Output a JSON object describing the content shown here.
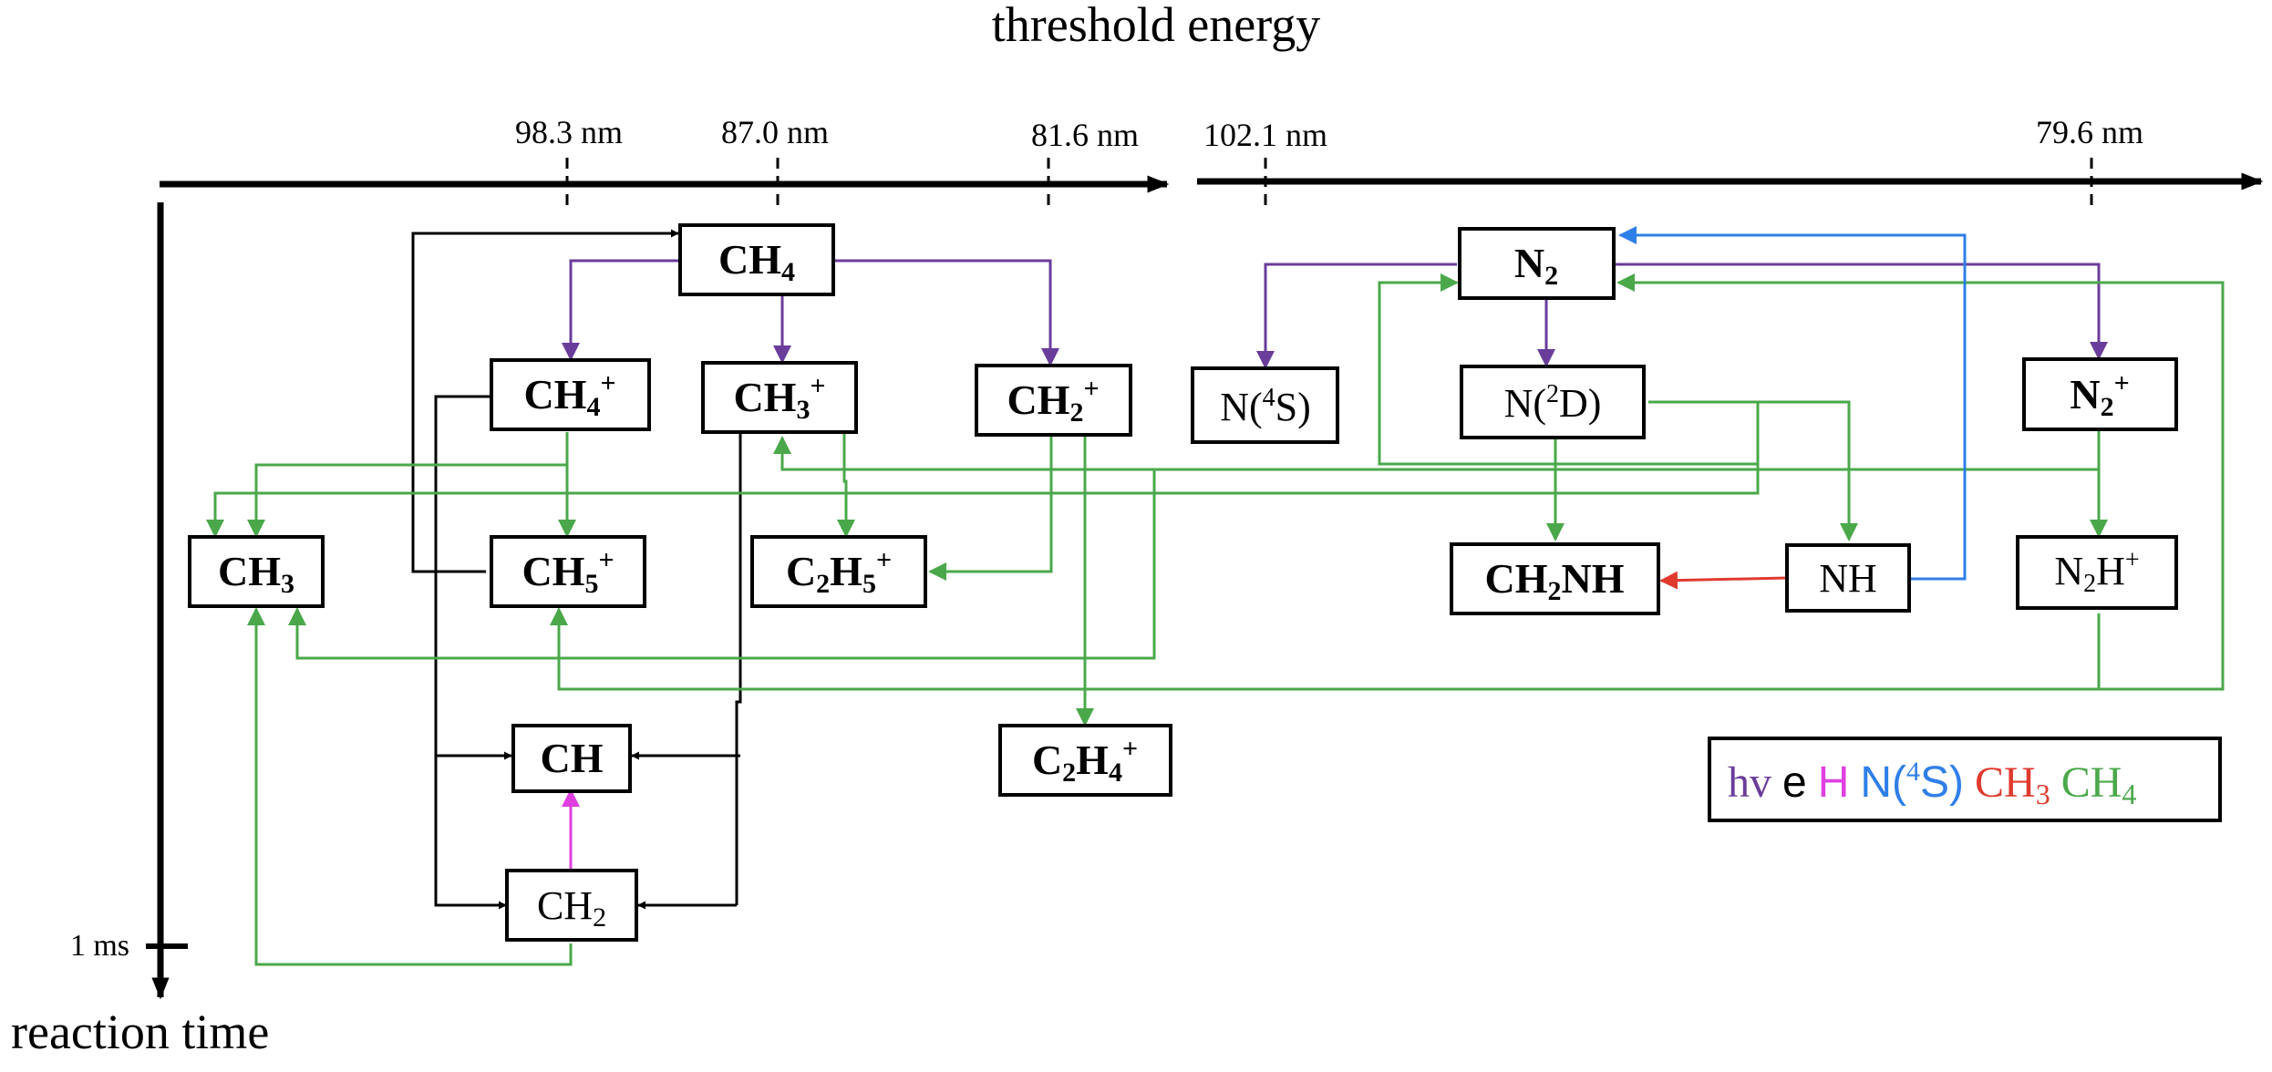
{
  "axes": {
    "x_title": "threshold energy",
    "y_title": "reaction time",
    "time_tick": "1 ms",
    "ticks_left": [
      "98.3 nm",
      "87.0 nm",
      "81.6 nm"
    ],
    "ticks_right": [
      "102.1 nm",
      "79.6 nm"
    ]
  },
  "species": {
    "ch4": {
      "main": "CH",
      "sub": "4",
      "sup": ""
    },
    "ch4p": {
      "main": "CH",
      "sub": "4",
      "sup": "+"
    },
    "ch3p": {
      "main": "CH",
      "sub": "3",
      "sup": "+"
    },
    "ch2p": {
      "main": "CH",
      "sub": "2",
      "sup": "+"
    },
    "ch3": {
      "main": "CH",
      "sub": "3",
      "sup": ""
    },
    "ch5p": {
      "main": "CH",
      "sub": "5",
      "sup": "+"
    },
    "c2h5p": {
      "main1": "C",
      "sub1": "2",
      "main2": "H",
      "sub2": "5",
      "sup": "+"
    },
    "ch": {
      "main": "CH"
    },
    "c2h4p": {
      "main1": "C",
      "sub1": "2",
      "main2": "H",
      "sub2": "4",
      "sup": "+"
    },
    "ch2": {
      "main": "CH",
      "sub": "2"
    },
    "n2": {
      "main": "N",
      "sub": "2"
    },
    "n4s": {
      "pre": "N(",
      "sup": "4",
      "post": "S)"
    },
    "n2d": {
      "pre": "N(",
      "sup": "2",
      "post": "D)"
    },
    "n2p": {
      "main": "N",
      "sub": "2",
      "sup": "+"
    },
    "ch2nh": {
      "main1": "CH",
      "sub1": "2",
      "main2": "NH"
    },
    "nh": {
      "main": "NH"
    },
    "n2hp": {
      "main1": "N",
      "sub1": "2",
      "main2": "H",
      "sup": "+"
    }
  },
  "legend": {
    "hv": {
      "text": "hv",
      "color": "#6a3d9a"
    },
    "e": {
      "text": "e",
      "color": "#000000"
    },
    "h": {
      "text": "H",
      "color": "#e040e0"
    },
    "n4s": {
      "pre": "N(",
      "sup": "4",
      "post": "S)",
      "color": "#2f7fe8"
    },
    "ch3": {
      "main": "CH",
      "sub": "3",
      "color": "#e03a2f"
    },
    "ch4": {
      "main": "CH",
      "sub": "4",
      "color": "#4aa84a"
    }
  },
  "colors": {
    "photon": "#6a3d9a",
    "electron": "#000000",
    "hydrogen": "#e040e0",
    "n4s": "#2f7fe8",
    "ch3": "#e03a2f",
    "ch4": "#4aa84a"
  }
}
